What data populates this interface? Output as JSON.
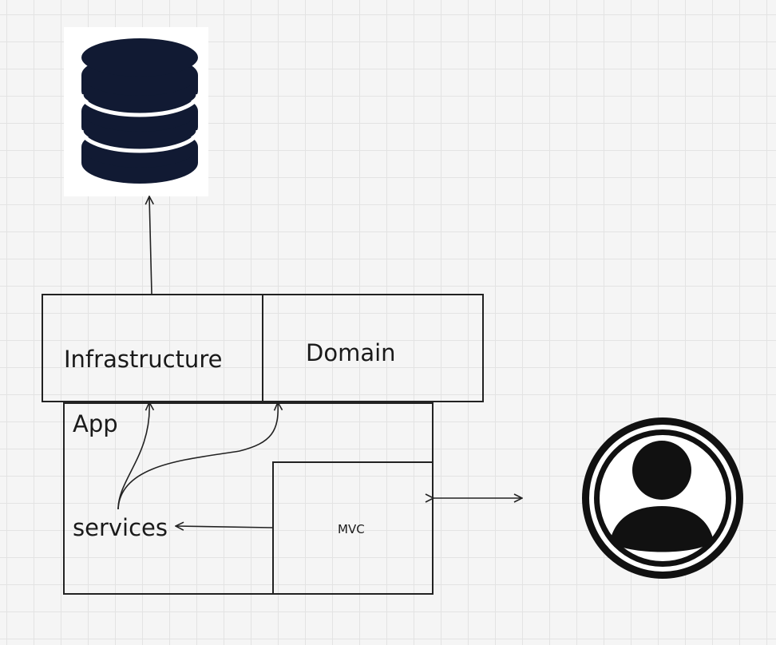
{
  "diagram": {
    "nodes": {
      "database": {
        "icon": "database-icon"
      },
      "infrastructure": {
        "label": "Infrastructure"
      },
      "domain": {
        "label": "Domain"
      },
      "app": {
        "label": "App"
      },
      "services": {
        "label": "services"
      },
      "mvc": {
        "label": "MVC"
      },
      "user": {
        "icon": "user-avatar-icon"
      }
    },
    "edges": [
      {
        "from": "infrastructure",
        "to": "database",
        "direction": "forward"
      },
      {
        "from": "services",
        "to": "infrastructure",
        "direction": "forward"
      },
      {
        "from": "services",
        "to": "domain",
        "direction": "forward"
      },
      {
        "from": "mvc",
        "to": "services",
        "direction": "forward"
      },
      {
        "from": "app",
        "to": "user",
        "direction": "bidirectional"
      }
    ],
    "colors": {
      "icon": "#111a33",
      "line": "#222222",
      "background": "#f5f5f5"
    }
  }
}
